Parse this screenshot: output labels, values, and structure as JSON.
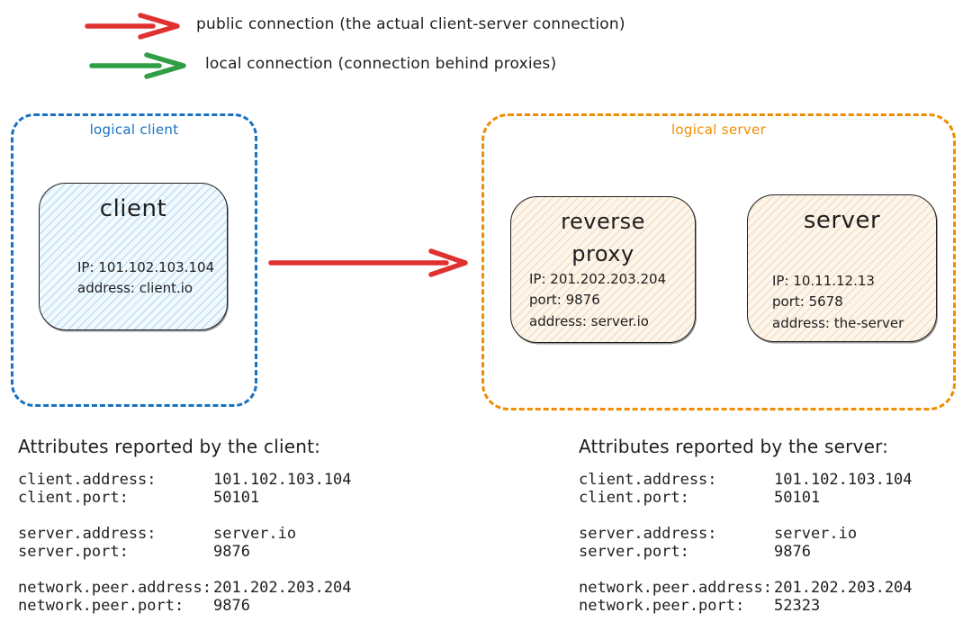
{
  "legend": {
    "public": {
      "label": "public connection (the actual client-server connection)",
      "color": "#e03131"
    },
    "local": {
      "label": "local connection (connection behind proxies)",
      "color": "#2f9e44"
    }
  },
  "connection": {
    "color": "#e03131"
  },
  "logical_client": {
    "label": "logical client",
    "accent_color": "#1971c2",
    "client_node": {
      "title": "client",
      "lines": [
        "IP: 101.102.103.104",
        "address: client.io"
      ]
    }
  },
  "logical_server": {
    "label": "logical server",
    "accent_color": "#f08c00",
    "reverse_proxy_node": {
      "title_lines": [
        "reverse",
        "proxy"
      ],
      "lines": [
        "IP: 201.202.203.204",
        "port: 9876",
        "address: server.io"
      ]
    },
    "server_node": {
      "title": "server",
      "lines": [
        "IP: 10.11.12.13",
        "port: 5678",
        "address: the-server"
      ]
    }
  },
  "client_attributes": {
    "heading": "Attributes reported by the client:",
    "groups": [
      {
        "rows": [
          {
            "name": "client.address:",
            "value": "101.102.103.104"
          },
          {
            "name": "client.port:",
            "value": "50101"
          }
        ]
      },
      {
        "rows": [
          {
            "name": "server.address:",
            "value": "server.io"
          },
          {
            "name": "server.port:",
            "value": "9876"
          }
        ]
      },
      {
        "rows": [
          {
            "name": "network.peer.address:",
            "value": "201.202.203.204"
          },
          {
            "name": "network.peer.port:",
            "value": "9876"
          }
        ]
      }
    ]
  },
  "server_attributes": {
    "heading": "Attributes reported by the server:",
    "groups": [
      {
        "rows": [
          {
            "name": "client.address:",
            "value": "101.102.103.104"
          },
          {
            "name": "client.port:",
            "value": "50101"
          }
        ]
      },
      {
        "rows": [
          {
            "name": "server.address:",
            "value": "server.io"
          },
          {
            "name": "server.port:",
            "value": "9876"
          }
        ]
      },
      {
        "rows": [
          {
            "name": "network.peer.address:",
            "value": "201.202.203.204"
          },
          {
            "name": "network.peer.port:",
            "value": "52323"
          }
        ]
      }
    ]
  }
}
